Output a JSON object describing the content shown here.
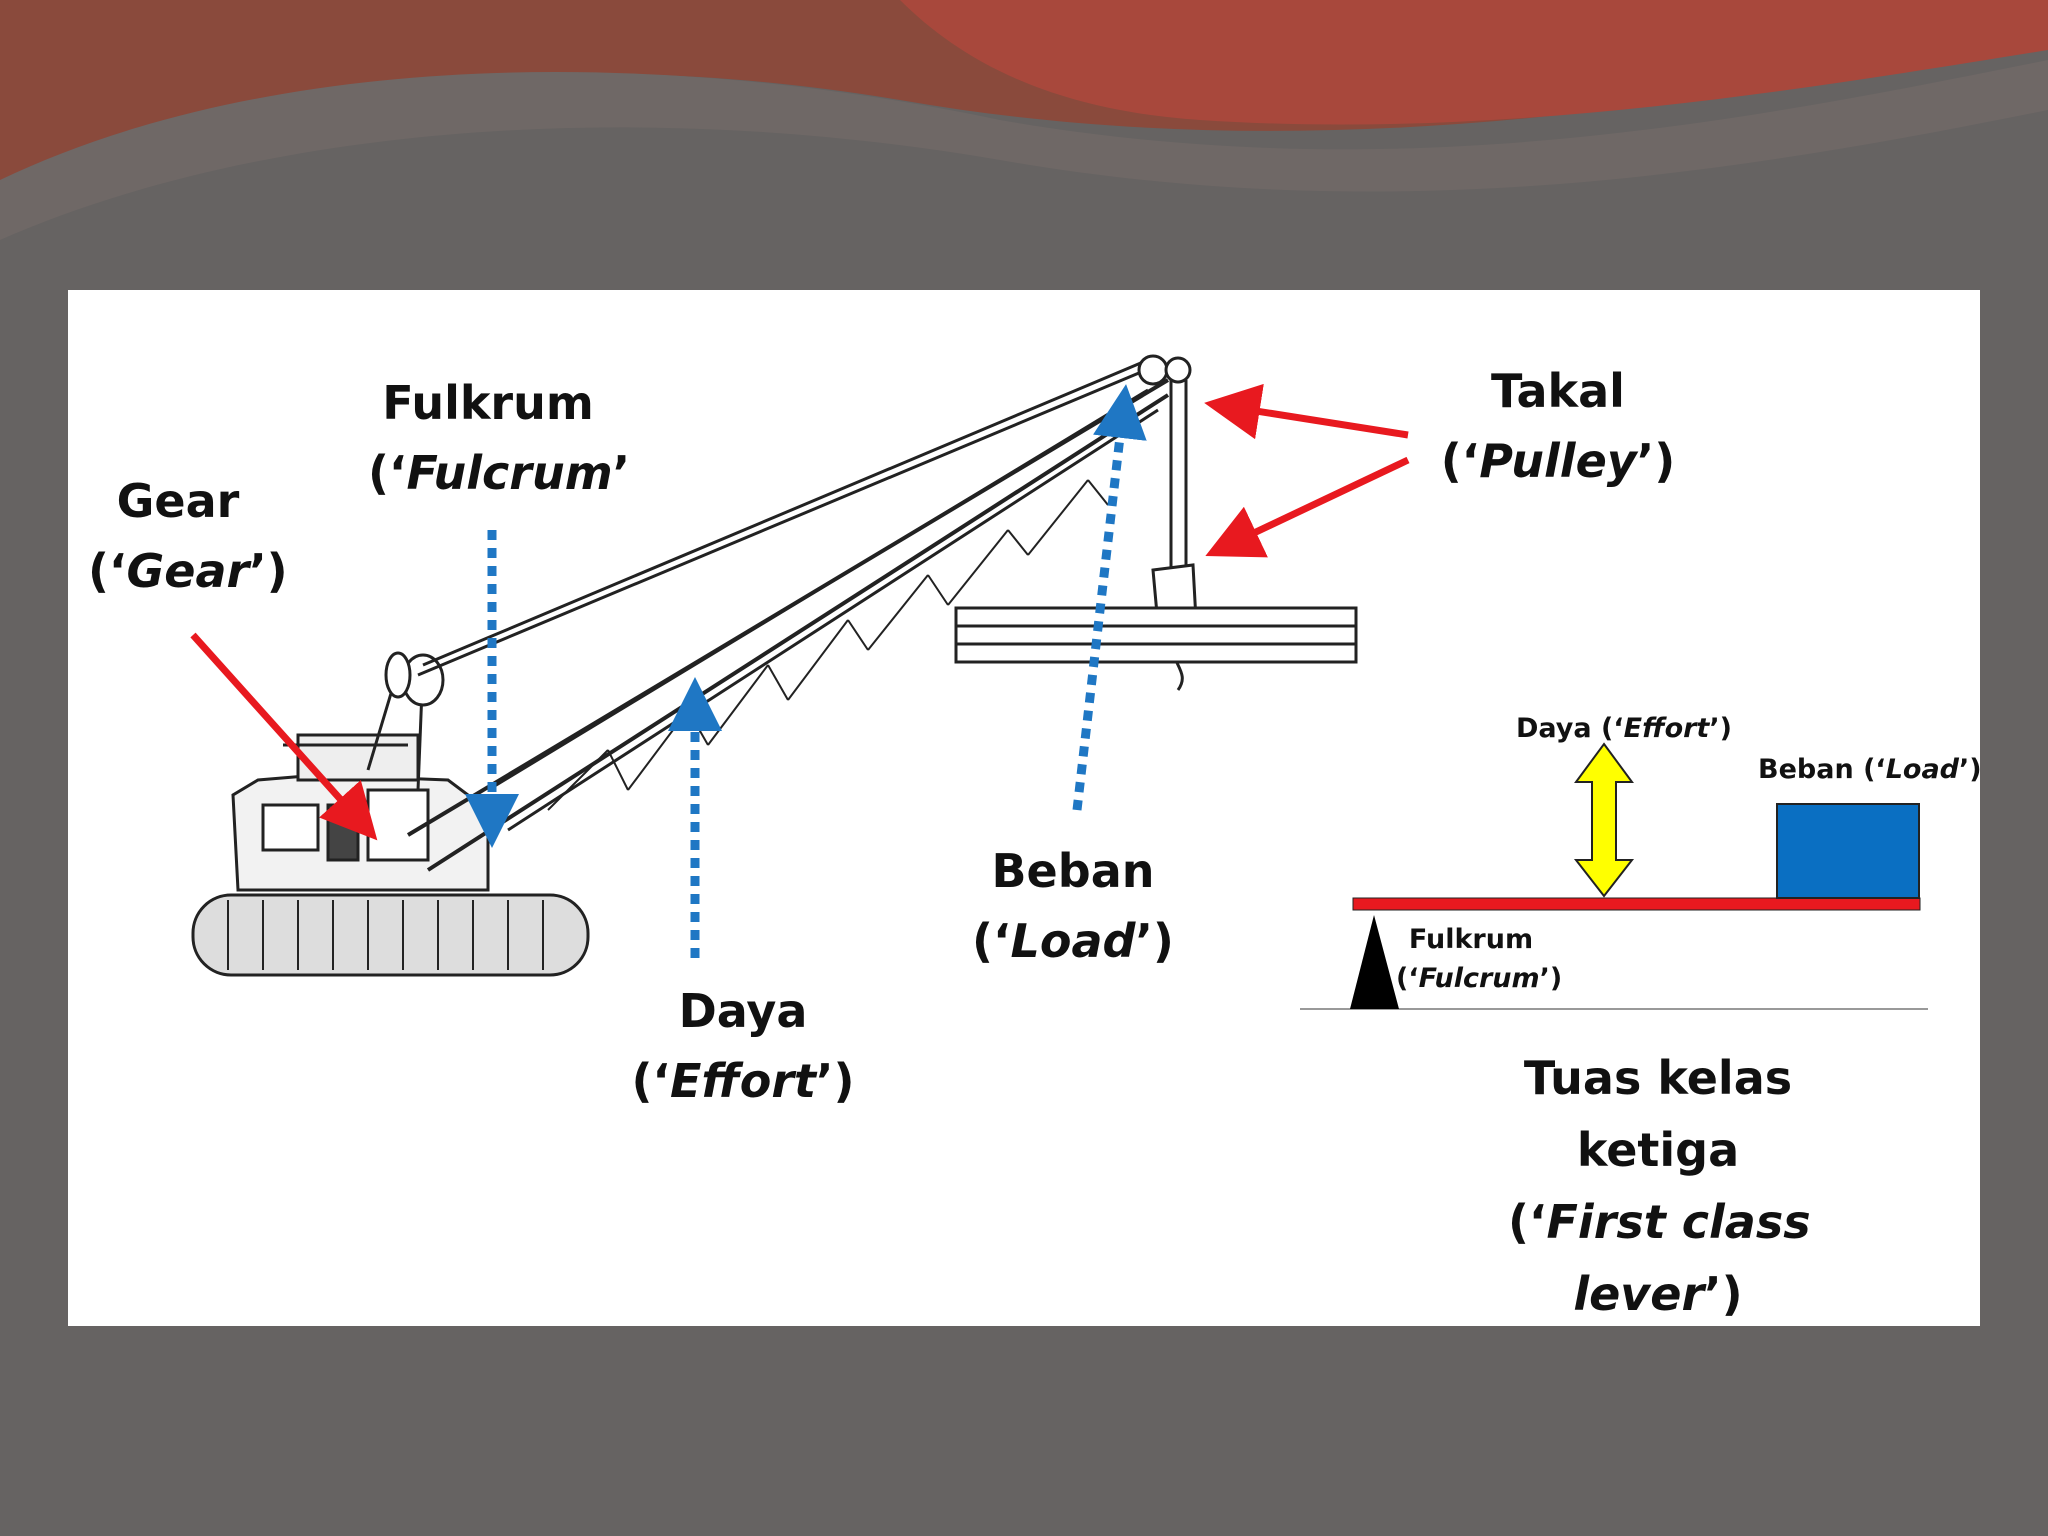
{
  "labels": {
    "gear": {
      "main": "Gear",
      "open": "(‘",
      "term": "Gear",
      "close": "’)"
    },
    "fulcrum": {
      "main": "Fulkrum",
      "open": "(‘",
      "term": "Fulcrum",
      "close": "’"
    },
    "pulley": {
      "main": "Takal",
      "open": "(‘",
      "term": "Pulley",
      "close": "’)"
    },
    "effort": {
      "main": "Daya",
      "open": "(‘",
      "term": "Effort",
      "close": "’)"
    },
    "load": {
      "main": "Beban",
      "open": "(‘",
      "term": "Load",
      "close": "’)"
    }
  },
  "lever_diagram": {
    "effort": {
      "main": "Daya",
      "open": "(‘",
      "term": "Effort",
      "close": "’)"
    },
    "load": {
      "main": "Beban",
      "open": "(‘",
      "term": "Load",
      "close": "’)"
    },
    "fulcrum": {
      "main": "Fulkrum",
      "open": "(‘",
      "term": "Fulcrum",
      "close": "’)"
    }
  },
  "caption": {
    "line1": "Tuas kelas",
    "line2": "ketiga",
    "line3_open": "(‘",
    "line3_term": "First class",
    "line4_term": "lever",
    "line4_close": "’)"
  },
  "colors": {
    "background": "#666362",
    "panel": "#ffffff",
    "red_arrow": "#e8191f",
    "blue_arrow": "#1f77c4",
    "yellow_arrow": "#ffff00",
    "load_box": "#0a6fc2",
    "lever_bar": "#e8191f"
  }
}
